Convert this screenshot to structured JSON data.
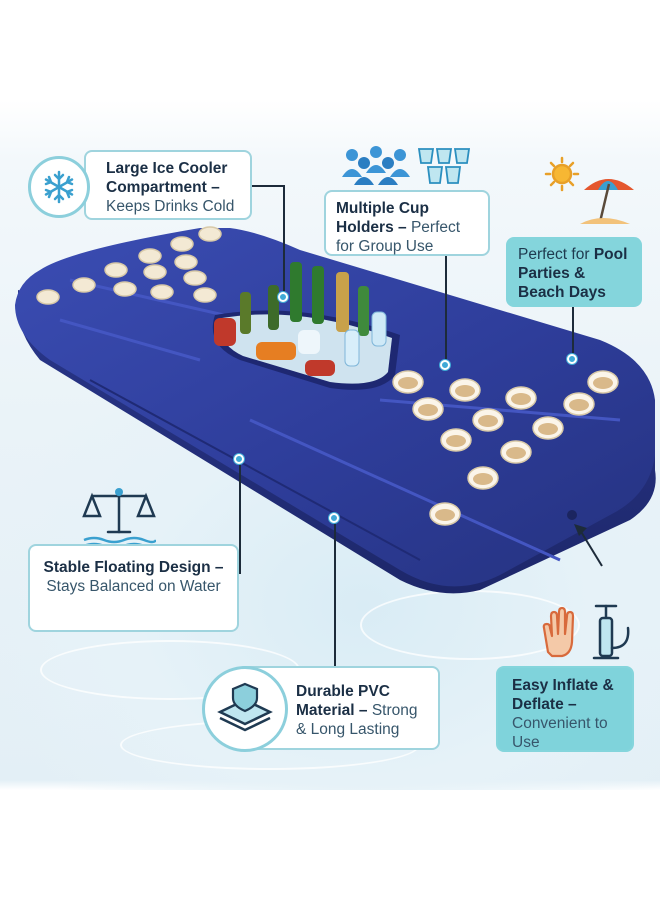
{
  "callouts": {
    "ice_cooler": {
      "bold": "Large Ice Cooler Compartment –",
      "rest": "Keeps Drinks Cold",
      "icon": "snowflake-icon"
    },
    "cup_holders": {
      "bold": "Multiple Cup Holders –",
      "rest": "Perfect for Group Use",
      "icon": "people-cups-icon"
    },
    "pool_parties": {
      "plain": "Perfect for",
      "bold": "Pool Parties & Beach Days",
      "icon": "beach-umbrella-icon"
    },
    "stable": {
      "bold": "Stable Floating Design –",
      "rest": "Stays Balanced on Water",
      "icon": "balance-scale-icon"
    },
    "pvc": {
      "bold": "Durable PVC Material –",
      "rest": "Strong & Long Lasting",
      "icon": "shield-layers-icon"
    },
    "inflate": {
      "bold": "Easy Inflate & Deflate –",
      "rest": "Convenient to Use",
      "icon": "hand-pump-icon"
    }
  },
  "colors": {
    "float_blue": "#2f3f9e",
    "accent_teal": "#84d5dc",
    "border_teal": "#9fd4de",
    "text_dark": "#1b2f45"
  }
}
